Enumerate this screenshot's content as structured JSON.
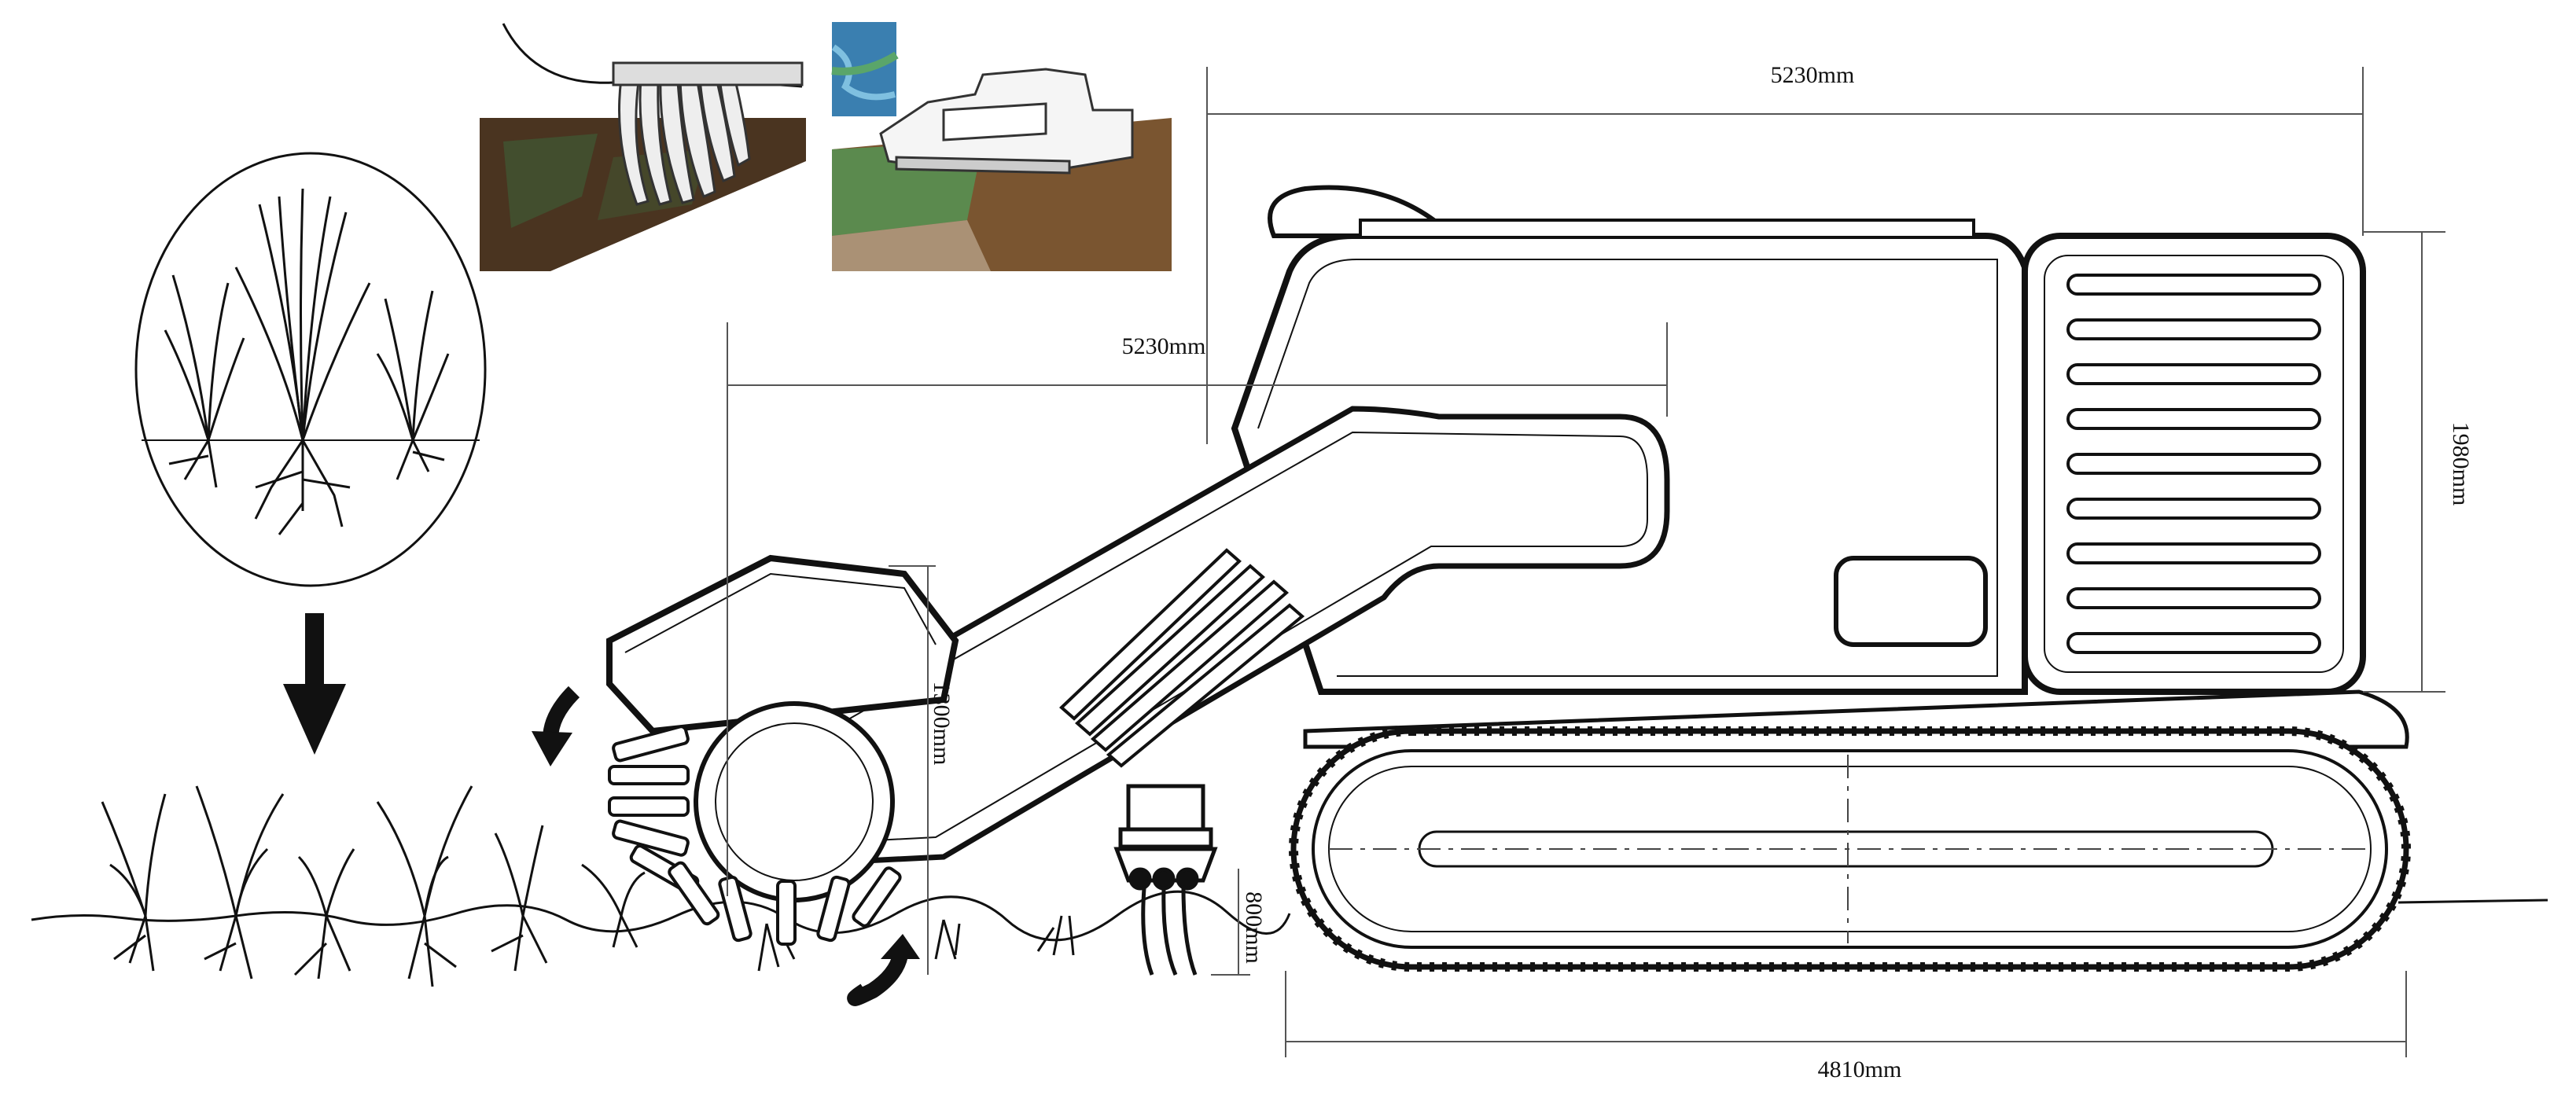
{
  "dimensions": {
    "overall_length_top": "5230mm",
    "boom_length": "5230mm",
    "body_height": "1980mm",
    "track_length": "4810mm",
    "rotor_height": "1300mm",
    "ripper_depth": "800mm"
  },
  "colors": {
    "line": "#111111",
    "dim_line": "#555555",
    "soil_dark": "#4a3420",
    "soil_brown": "#6b4a2a",
    "grass_green": "#4e7a44",
    "water_blue": "#3a7fb0"
  }
}
